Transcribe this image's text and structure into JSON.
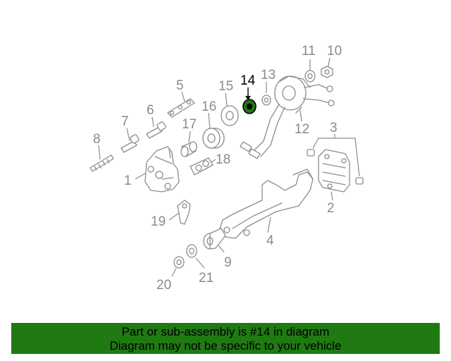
{
  "callouts": {
    "c1": "1",
    "c2": "2",
    "c3": "3",
    "c4": "4",
    "c5": "5",
    "c6": "6",
    "c7": "7",
    "c8": "8",
    "c9": "9",
    "c10": "10",
    "c11": "11",
    "c12": "12",
    "c13": "13",
    "c14": "14",
    "c15": "15",
    "c16": "16",
    "c17": "17",
    "c18": "18",
    "c19": "19",
    "c20": "20",
    "c21": "21"
  },
  "highlighted_part": "14",
  "colors": {
    "banner": "#1f7a12",
    "highlight_part": "#1f7a12",
    "line": "#8c8c8c",
    "text": "#000000"
  },
  "banner": {
    "line1": "Part or sub-assembly is #14 in diagram",
    "line2": "Diagram may not be specific to your vehicle"
  }
}
